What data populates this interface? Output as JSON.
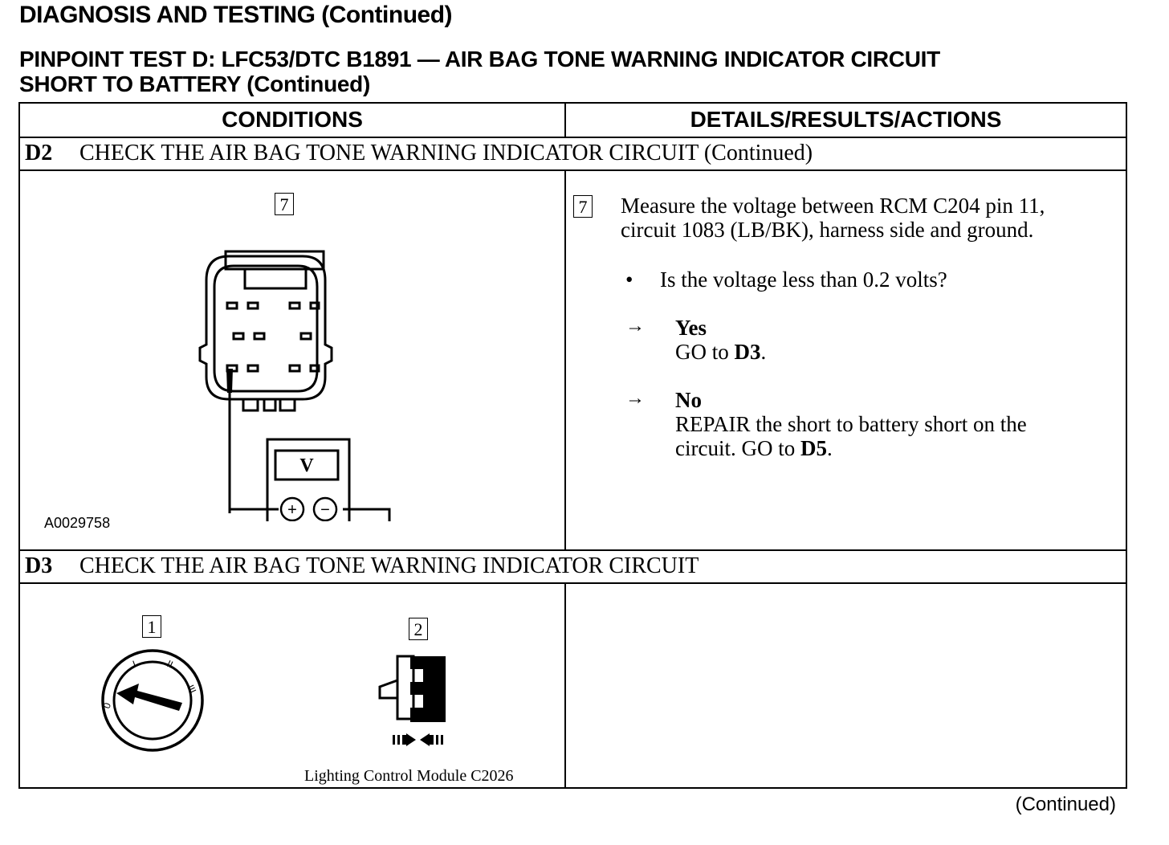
{
  "header": {
    "title": "DIAGNOSIS AND TESTING (Continued)",
    "subtitle_line1": "PINPOINT TEST D:  LFC53/DTC B1891 — AIR BAG TONE WARNING INDICATOR CIRCUIT",
    "subtitle_line2": "SHORT TO BATTERY (Continued)"
  },
  "table": {
    "col_conditions": "CONDITIONS",
    "col_details": "DETAILS/RESULTS/ACTIONS"
  },
  "d2": {
    "id": "D2",
    "title": "CHECK THE AIR BAG TONE WARNING INDICATOR CIRCUIT (Continued)",
    "step_number": "7",
    "figure_id": "A0029758",
    "meter_label": "V",
    "meter_plus": "+",
    "meter_minus": "−",
    "instruction_line1": "Measure the voltage between RCM C204 pin 11,",
    "instruction_line2": "circuit 1083 (LB/BK), harness side and ground.",
    "question": "Is the voltage less than 0.2 volts?",
    "yes_label": "Yes",
    "yes_action_prefix": "GO to ",
    "yes_action_target": "D3",
    "yes_action_suffix": ".",
    "no_label": "No",
    "no_action_line1": "REPAIR the short to battery short on the",
    "no_action_line2_prefix": "circuit. GO to ",
    "no_action_target": "D5",
    "no_action_suffix": "."
  },
  "d3": {
    "id": "D3",
    "title": "CHECK THE AIR BAG TONE WARNING INDICATOR CIRCUIT",
    "step1_number": "1",
    "step2_number": "2",
    "ignition_positions": [
      "0",
      "I",
      "II",
      "III"
    ],
    "connector_caption": "Lighting Control Module C2026"
  },
  "footer": {
    "continued": "(Continued)"
  },
  "icons": {
    "connector": "connector-icon",
    "voltmeter": "voltmeter-icon",
    "ground": "ground-icon",
    "ignition": "ignition-switch-icon",
    "disconnect": "disconnect-connector-icon",
    "arrow": "right-arrow-icon"
  }
}
